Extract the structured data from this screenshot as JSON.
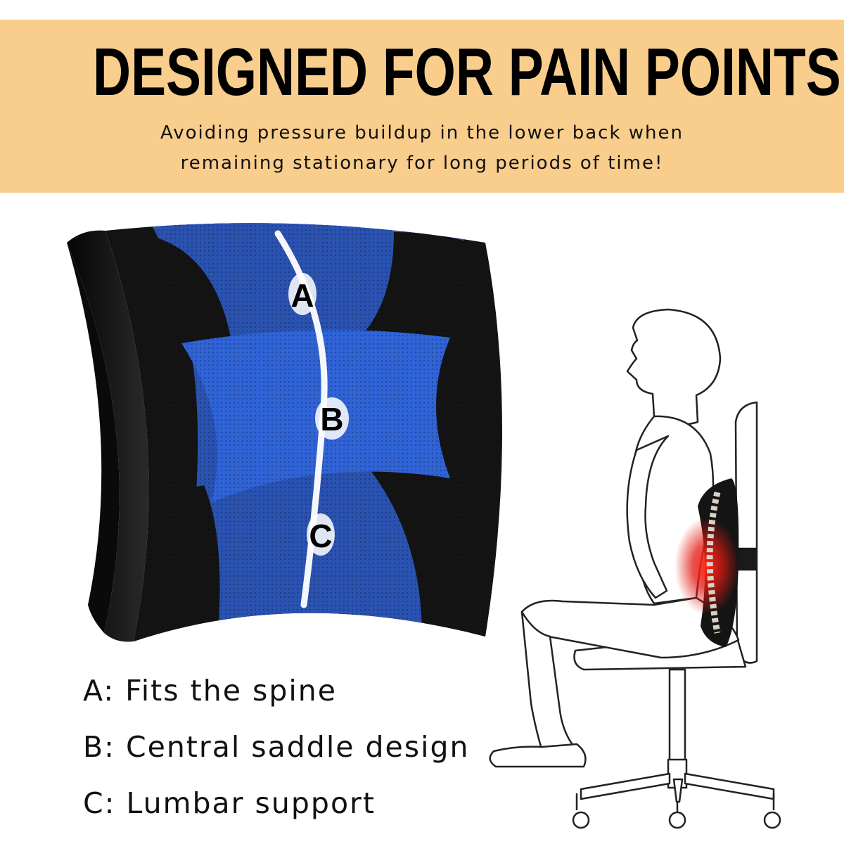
{
  "banner": {
    "headline": "DESIGNED FOR PAIN POINTS",
    "subline_1": "Avoiding pressure buildup in the lower back when",
    "subline_2": "remaining stationary for long periods of time!"
  },
  "cushion": {
    "markers": [
      "A",
      "B",
      "C"
    ]
  },
  "features": [
    "A: Fits the spine",
    "B: Central saddle design",
    "C: Lumbar support"
  ],
  "colors": {
    "banner": "#f9cd8c",
    "cushion_blue": "#2a52b0",
    "cushion_center_blue": "#2f63d6",
    "cushion_black": "#141414",
    "pain_glow": "#e21b12"
  },
  "icons": [
    "lumbar-cushion-illustration",
    "seated-person-illustration",
    "office-chair-icon",
    "spine-icon"
  ]
}
